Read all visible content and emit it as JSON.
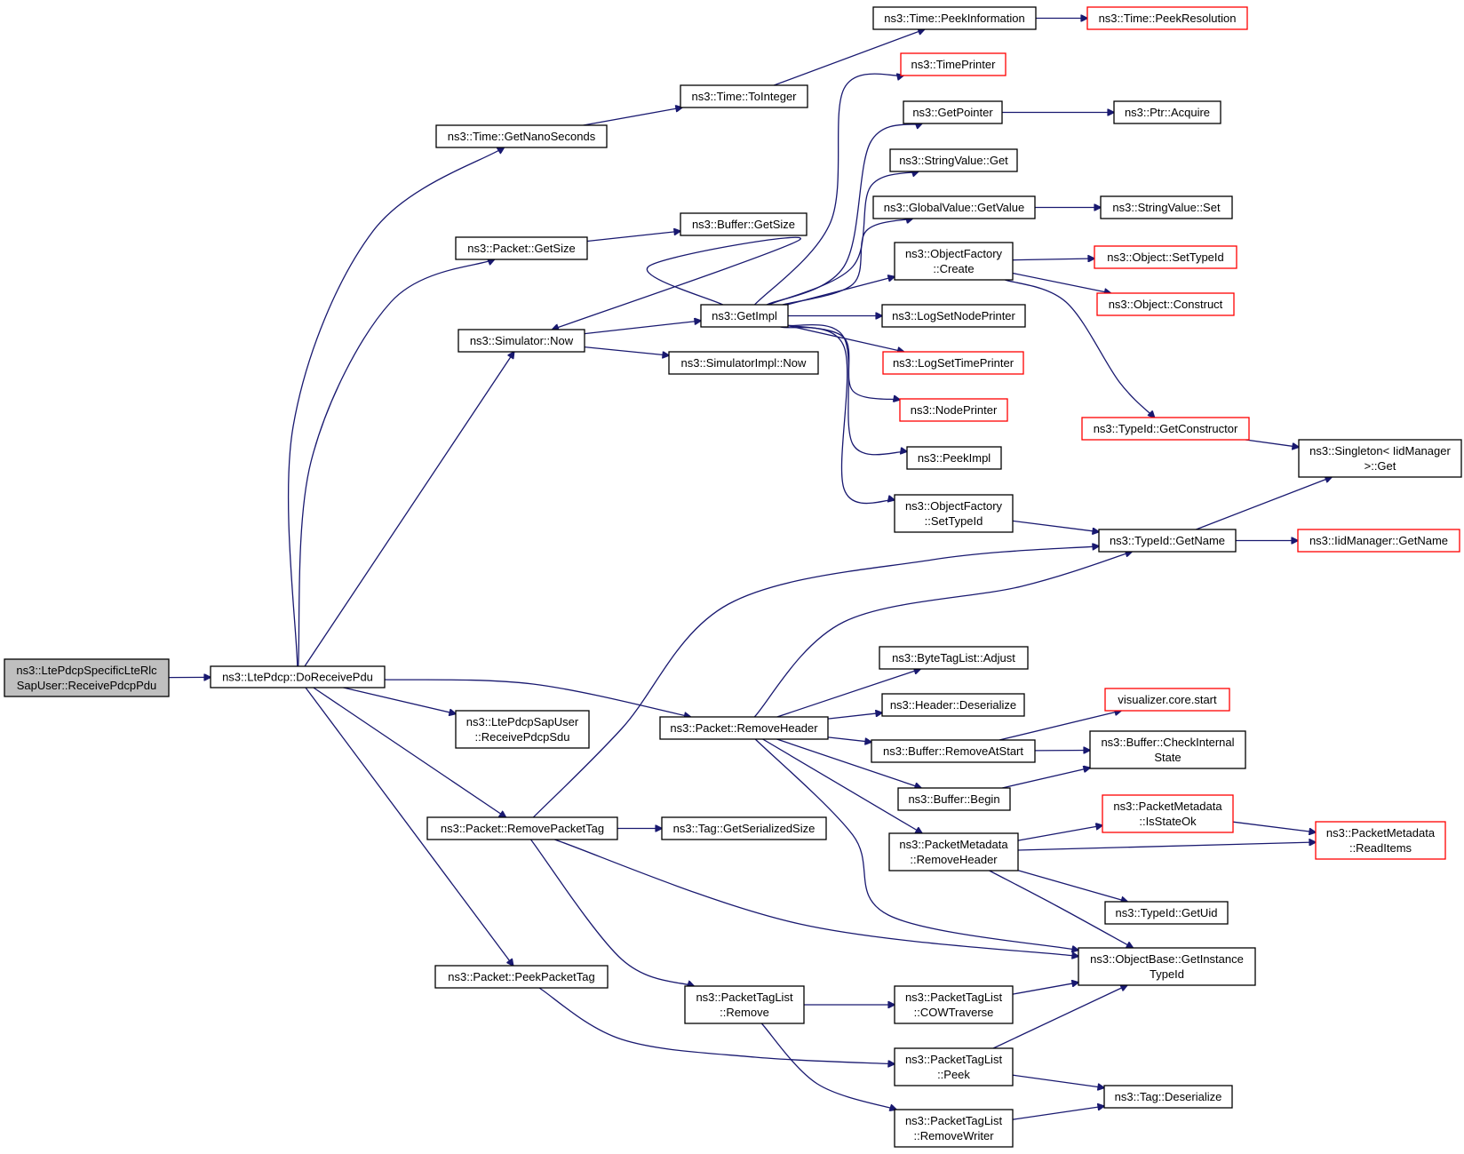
{
  "graph": {
    "colors": {
      "edge": "#191970",
      "node_border": "#000000",
      "truncated_border": "#ff0000",
      "root_fill": "#bfbfbf"
    },
    "nodes": [
      {
        "id": "root",
        "lines": [
          "ns3::LtePdcpSpecificLteRlc",
          "SapUser::ReceivePdcpPdu"
        ],
        "style": "root"
      },
      {
        "id": "doReceivePdu",
        "lines": [
          "ns3::LtePdcp::DoReceivePdu"
        ],
        "style": "normal"
      },
      {
        "id": "getNanoSeconds",
        "lines": [
          "ns3::Time::GetNanoSeconds"
        ],
        "style": "normal"
      },
      {
        "id": "toInteger",
        "lines": [
          "ns3::Time::ToInteger"
        ],
        "style": "normal"
      },
      {
        "id": "peekInformation",
        "lines": [
          "ns3::Time::PeekInformation"
        ],
        "style": "normal"
      },
      {
        "id": "peekResolution",
        "lines": [
          "ns3::Time::PeekResolution"
        ],
        "style": "truncated"
      },
      {
        "id": "packetGetSize",
        "lines": [
          "ns3::Packet::GetSize"
        ],
        "style": "normal"
      },
      {
        "id": "bufferGetSize",
        "lines": [
          "ns3::Buffer::GetSize"
        ],
        "style": "normal"
      },
      {
        "id": "simNow",
        "lines": [
          "ns3::Simulator::Now"
        ],
        "style": "normal"
      },
      {
        "id": "getImpl",
        "lines": [
          "ns3::GetImpl"
        ],
        "style": "normal"
      },
      {
        "id": "simImplNow",
        "lines": [
          "ns3::SimulatorImpl::Now"
        ],
        "style": "normal"
      },
      {
        "id": "timePrinter",
        "lines": [
          "ns3::TimePrinter"
        ],
        "style": "truncated"
      },
      {
        "id": "getPointer",
        "lines": [
          "ns3::GetPointer"
        ],
        "style": "normal"
      },
      {
        "id": "ptrAcquire",
        "lines": [
          "ns3::Ptr::Acquire"
        ],
        "style": "normal"
      },
      {
        "id": "stringValueGet",
        "lines": [
          "ns3::StringValue::Get"
        ],
        "style": "normal"
      },
      {
        "id": "globalGetValue",
        "lines": [
          "ns3::GlobalValue::GetValue"
        ],
        "style": "normal"
      },
      {
        "id": "stringValueSet",
        "lines": [
          "ns3::StringValue::Set"
        ],
        "style": "normal"
      },
      {
        "id": "ofCreate",
        "lines": [
          "ns3::ObjectFactory",
          "::Create"
        ],
        "style": "normal"
      },
      {
        "id": "objSetTypeId",
        "lines": [
          "ns3::Object::SetTypeId"
        ],
        "style": "truncated"
      },
      {
        "id": "objConstruct",
        "lines": [
          "ns3::Object::Construct"
        ],
        "style": "truncated"
      },
      {
        "id": "logSetNodePrinter",
        "lines": [
          "ns3::LogSetNodePrinter"
        ],
        "style": "normal"
      },
      {
        "id": "logSetTimePrinter",
        "lines": [
          "ns3::LogSetTimePrinter"
        ],
        "style": "truncated"
      },
      {
        "id": "nodePrinter",
        "lines": [
          "ns3::NodePrinter"
        ],
        "style": "truncated"
      },
      {
        "id": "peekImpl",
        "lines": [
          "ns3::PeekImpl"
        ],
        "style": "normal"
      },
      {
        "id": "typeIdGetConstructor",
        "lines": [
          "ns3::TypeId::GetConstructor"
        ],
        "style": "truncated"
      },
      {
        "id": "singletonGet",
        "lines": [
          "ns3::Singleton< IidManager",
          ">::Get"
        ],
        "style": "normal"
      },
      {
        "id": "ofSetTypeId",
        "lines": [
          "ns3::ObjectFactory",
          "::SetTypeId"
        ],
        "style": "normal"
      },
      {
        "id": "typeIdGetName",
        "lines": [
          "ns3::TypeId::GetName"
        ],
        "style": "normal"
      },
      {
        "id": "iidGetName",
        "lines": [
          "ns3::IidManager::GetName"
        ],
        "style": "truncated"
      },
      {
        "id": "sapReceivePdcpSdu",
        "lines": [
          "ns3::LtePdcpSapUser",
          "::ReceivePdcpSdu"
        ],
        "style": "normal"
      },
      {
        "id": "removeHeader",
        "lines": [
          "ns3::Packet::RemoveHeader"
        ],
        "style": "normal"
      },
      {
        "id": "byteTagAdjust",
        "lines": [
          "ns3::ByteTagList::Adjust"
        ],
        "style": "normal"
      },
      {
        "id": "headerDeserialize",
        "lines": [
          "ns3::Header::Deserialize"
        ],
        "style": "normal"
      },
      {
        "id": "visualizerStart",
        "lines": [
          "visualizer.core.start"
        ],
        "style": "truncated"
      },
      {
        "id": "bufferRemoveAtStart",
        "lines": [
          "ns3::Buffer::RemoveAtStart"
        ],
        "style": "normal"
      },
      {
        "id": "bufferCheckInternal",
        "lines": [
          "ns3::Buffer::CheckInternal",
          "State"
        ],
        "style": "normal"
      },
      {
        "id": "bufferBegin",
        "lines": [
          "ns3::Buffer::Begin"
        ],
        "style": "normal"
      },
      {
        "id": "pmIsStateOk",
        "lines": [
          "ns3::PacketMetadata",
          "::IsStateOk"
        ],
        "style": "truncated"
      },
      {
        "id": "pmReadItems",
        "lines": [
          "ns3::PacketMetadata",
          "::ReadItems"
        ],
        "style": "truncated"
      },
      {
        "id": "pmRemoveHeader",
        "lines": [
          "ns3::PacketMetadata",
          "::RemoveHeader"
        ],
        "style": "normal"
      },
      {
        "id": "removePacketTag",
        "lines": [
          "ns3::Packet::RemovePacketTag"
        ],
        "style": "normal"
      },
      {
        "id": "tagGetSerializedSize",
        "lines": [
          "ns3::Tag::GetSerializedSize"
        ],
        "style": "normal"
      },
      {
        "id": "typeIdGetUid",
        "lines": [
          "ns3::TypeId::GetUid"
        ],
        "style": "normal"
      },
      {
        "id": "objBaseGetInstanceTypeId",
        "lines": [
          "ns3::ObjectBase::GetInstance",
          "TypeId"
        ],
        "style": "normal"
      },
      {
        "id": "peekPacketTag",
        "lines": [
          "ns3::Packet::PeekPacketTag"
        ],
        "style": "normal"
      },
      {
        "id": "ptlRemove",
        "lines": [
          "ns3::PacketTagList",
          "::Remove"
        ],
        "style": "normal"
      },
      {
        "id": "ptlCowTraverse",
        "lines": [
          "ns3::PacketTagList",
          "::COWTraverse"
        ],
        "style": "normal"
      },
      {
        "id": "ptlPeek",
        "lines": [
          "ns3::PacketTagList",
          "::Peek"
        ],
        "style": "normal"
      },
      {
        "id": "tagDeserialize",
        "lines": [
          "ns3::Tag::Deserialize"
        ],
        "style": "normal"
      },
      {
        "id": "ptlRemoveWriter",
        "lines": [
          "ns3::PacketTagList",
          "::RemoveWriter"
        ],
        "style": "normal"
      }
    ]
  }
}
